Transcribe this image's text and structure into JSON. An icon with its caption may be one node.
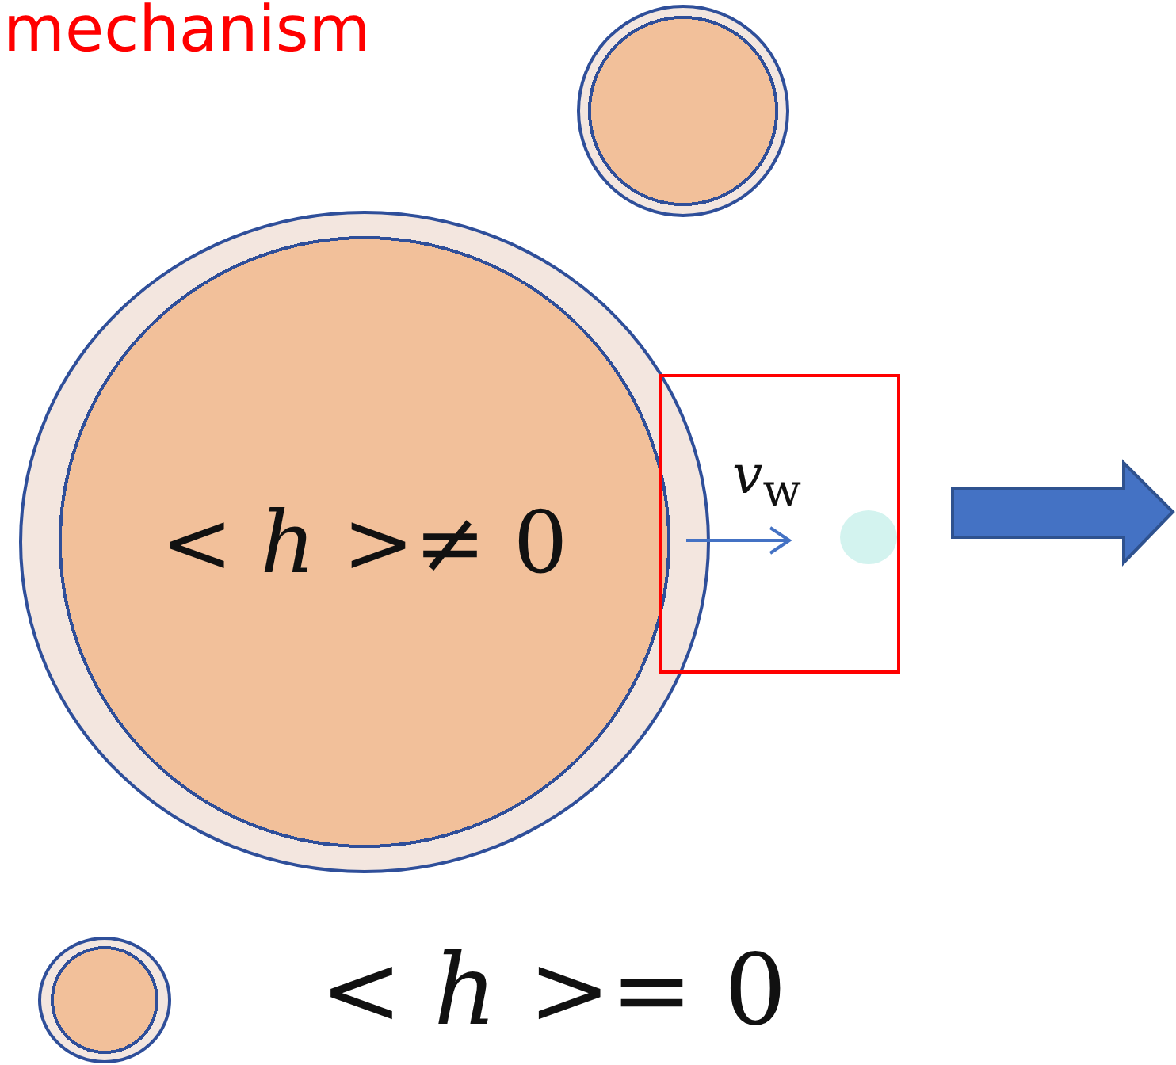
{
  "diagram": {
    "title": "mechanism",
    "nodes": [
      {
        "text": [],
        "shape": "circle"
      },
      {
        "text": [
          "< *h* >≠ 0"
        ]
      },
      {
        "text": [],
        "shape": "box"
      },
      {
        "text": [],
        "shape": "circle",
        "in": 2
      },
      {
        "text": [],
        "shape": "circle"
      }
    ],
    "labels": [
      "*v*$_{w}$",
      "< *h* >= 0"
    ]
  }
}
